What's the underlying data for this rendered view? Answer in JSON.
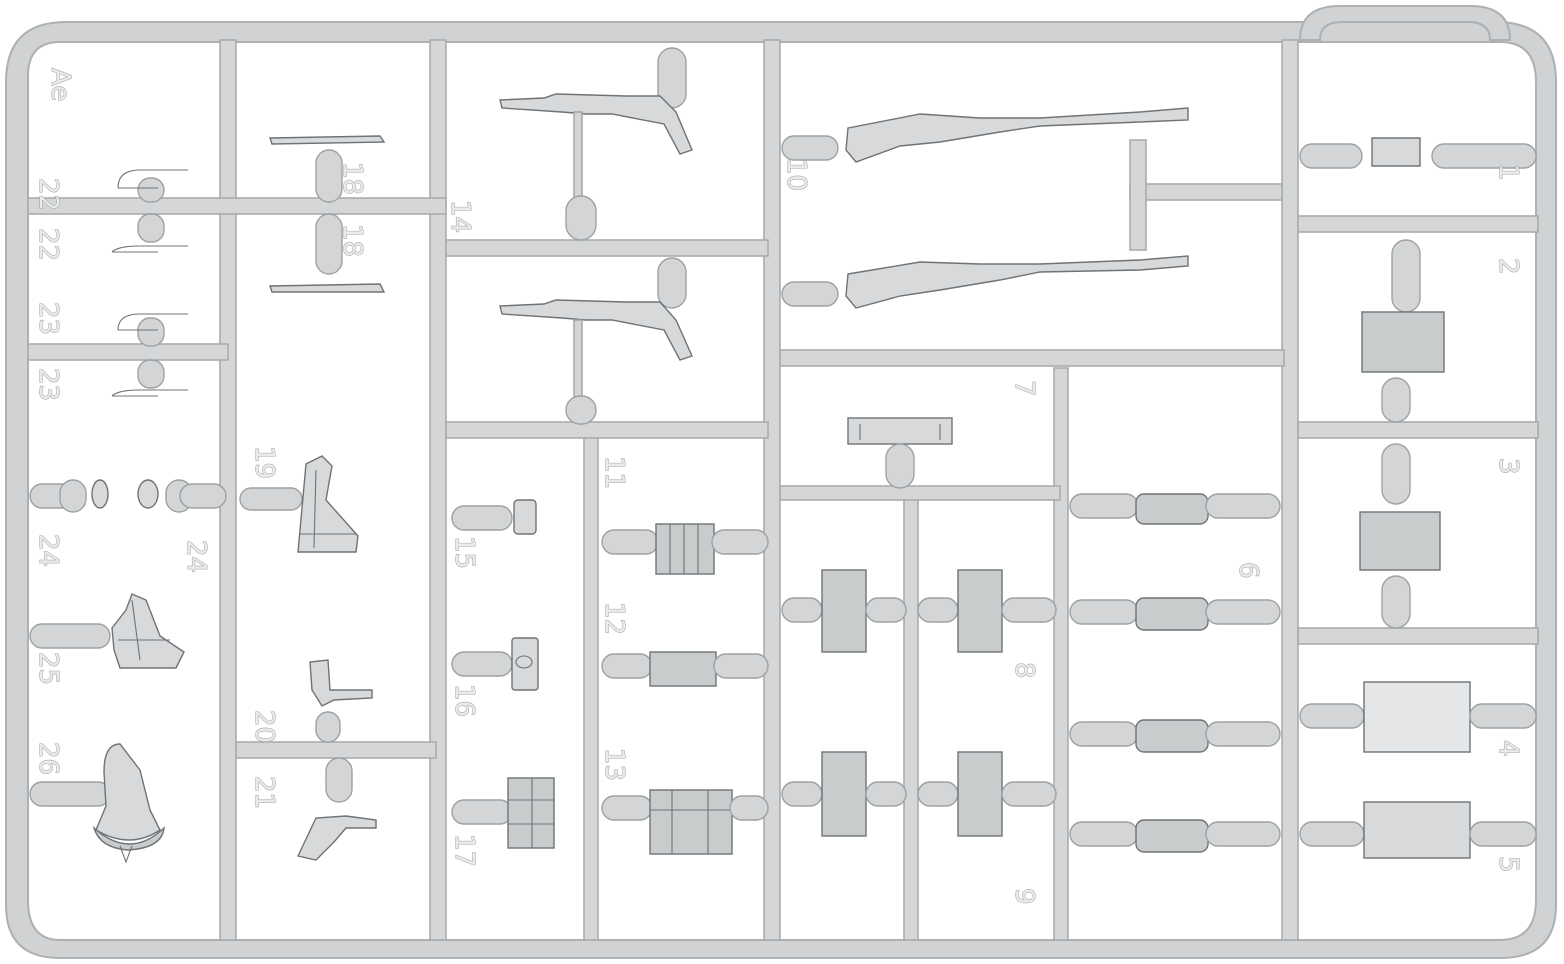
{
  "sprue": {
    "code": "Ae",
    "part_numbers": [
      "22",
      "22",
      "23",
      "23",
      "24",
      "24",
      "25",
      "26",
      "18",
      "18",
      "19",
      "20",
      "21",
      "14",
      "15",
      "16",
      "17",
      "11",
      "12",
      "13",
      "10",
      "7",
      "8",
      "9",
      "6",
      "1",
      "2",
      "3",
      "4",
      "5"
    ]
  },
  "colors": {
    "plastic": "#d4d6d7",
    "outline": "#a9acae",
    "part_edge": "#6f7376",
    "background": "#ffffff"
  }
}
